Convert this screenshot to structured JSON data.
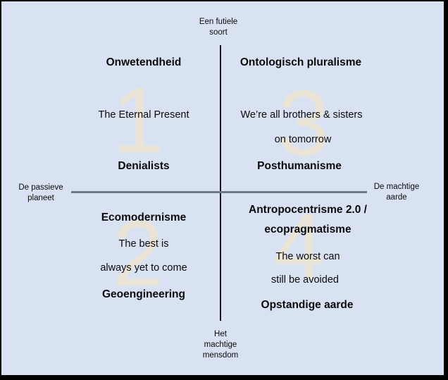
{
  "colors": {
    "background": "#d9e2f3",
    "border": "#000000",
    "vertical_axis_line": "#16161e",
    "horizontal_axis_line": "#6c7787",
    "watermark_number": "#e9e4d6",
    "text": "#0a0a0a"
  },
  "axes": {
    "top_label": "Een futiele\nsoort",
    "left_label": "De passieve\nplaneet",
    "right_label": "De machtige\naarde",
    "bottom_label": "Het\nmachtige\nmensdom"
  },
  "quadrants": {
    "q1": {
      "number": "1",
      "title": "Onwetendheid",
      "body1": "The Eternal Present",
      "footer": "Denialists"
    },
    "q2": {
      "number": "2",
      "title": "Ecomodernisme",
      "body1": "The best is",
      "body2": "always yet to come",
      "footer": "Geoengineering"
    },
    "q3": {
      "number": "3",
      "title": "Ontologisch pluralisme",
      "body1": "We’re all brothers & sisters",
      "body2": "on tomorrow",
      "footer": "Posthumanisme"
    },
    "q4": {
      "number": "4",
      "title_line1": "Antropocentrisme 2.0 /",
      "title_line2": "ecopragmatisme",
      "body1": "The worst can",
      "body2": "still be avoided",
      "footer": "Opstandige aarde"
    }
  }
}
